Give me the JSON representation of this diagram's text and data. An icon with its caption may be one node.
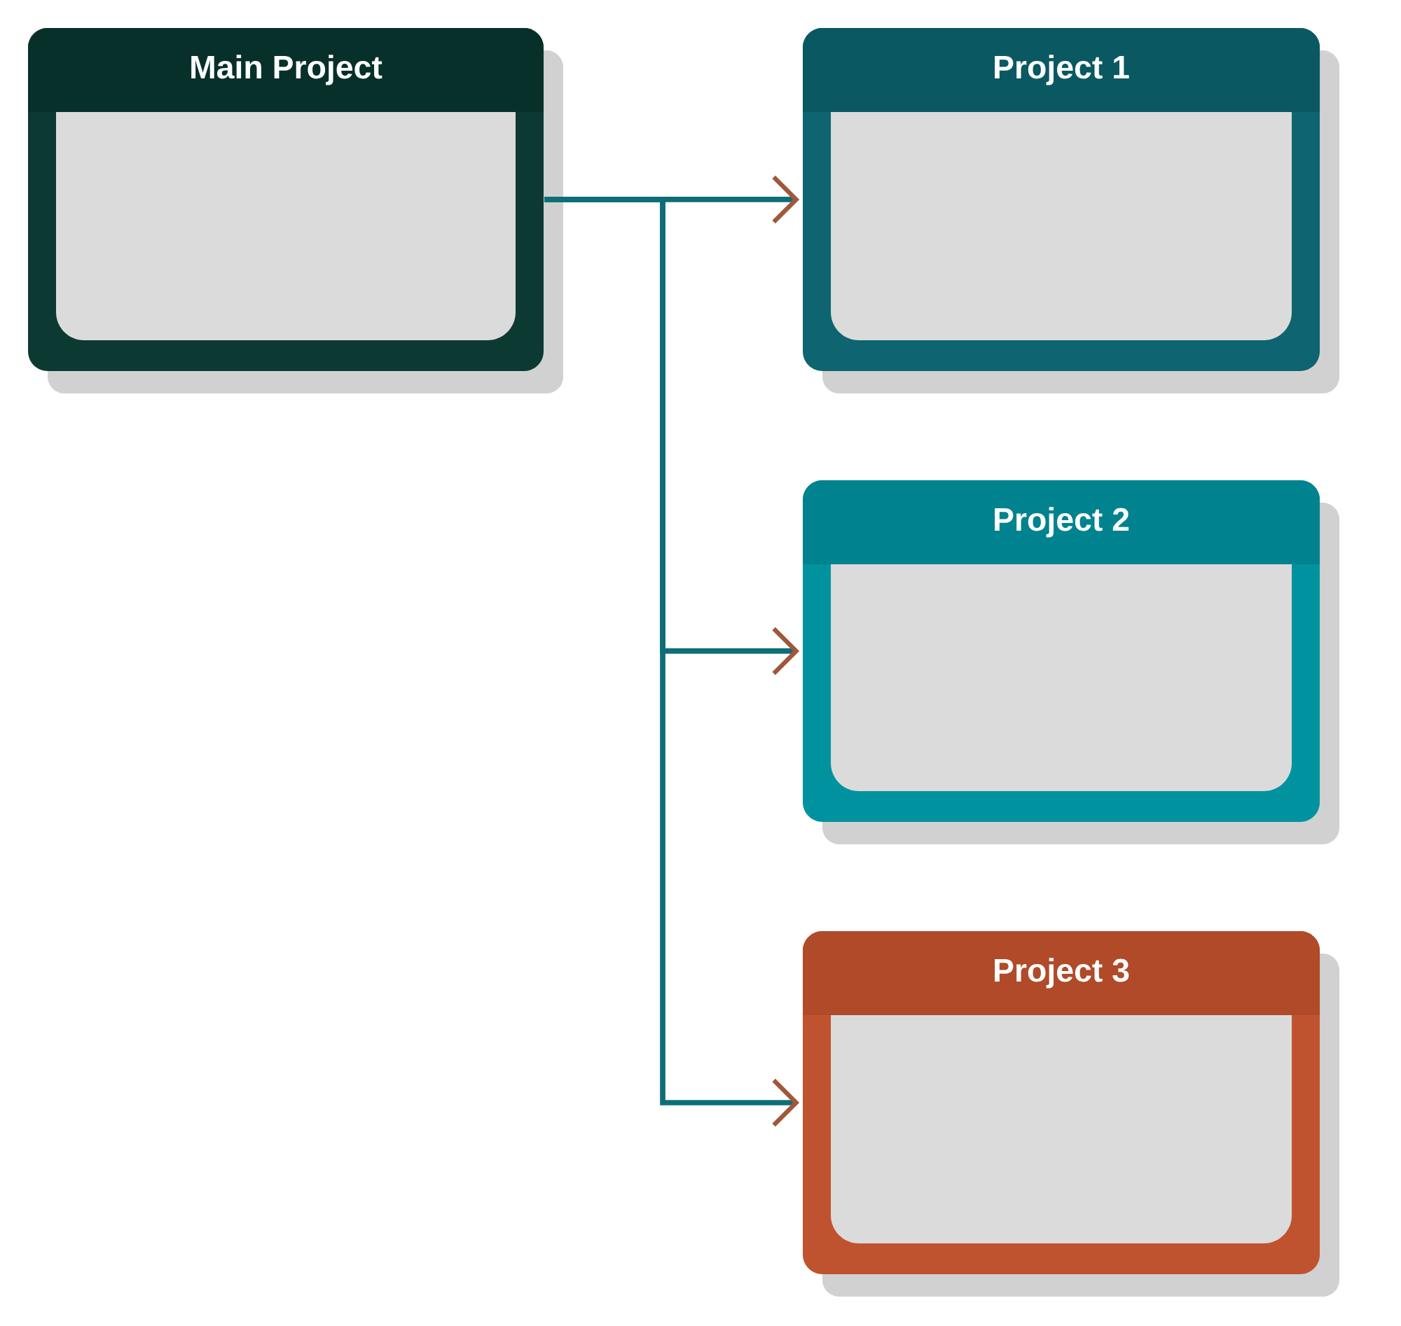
{
  "diagram": {
    "nodes": [
      {
        "text": [
          "Main Project"
        ]
      },
      {
        "text": [
          "Project 1"
        ]
      },
      {
        "text": [
          "Project 2"
        ]
      },
      {
        "text": [
          "Project 3"
        ]
      }
    ],
    "edges": [
      {
        "from": 0,
        "to": 1,
        "arrow": "to"
      },
      {
        "from": 0,
        "to": 2,
        "arrow": "to"
      },
      {
        "from": 0,
        "to": 3,
        "arrow": "to"
      }
    ]
  }
}
